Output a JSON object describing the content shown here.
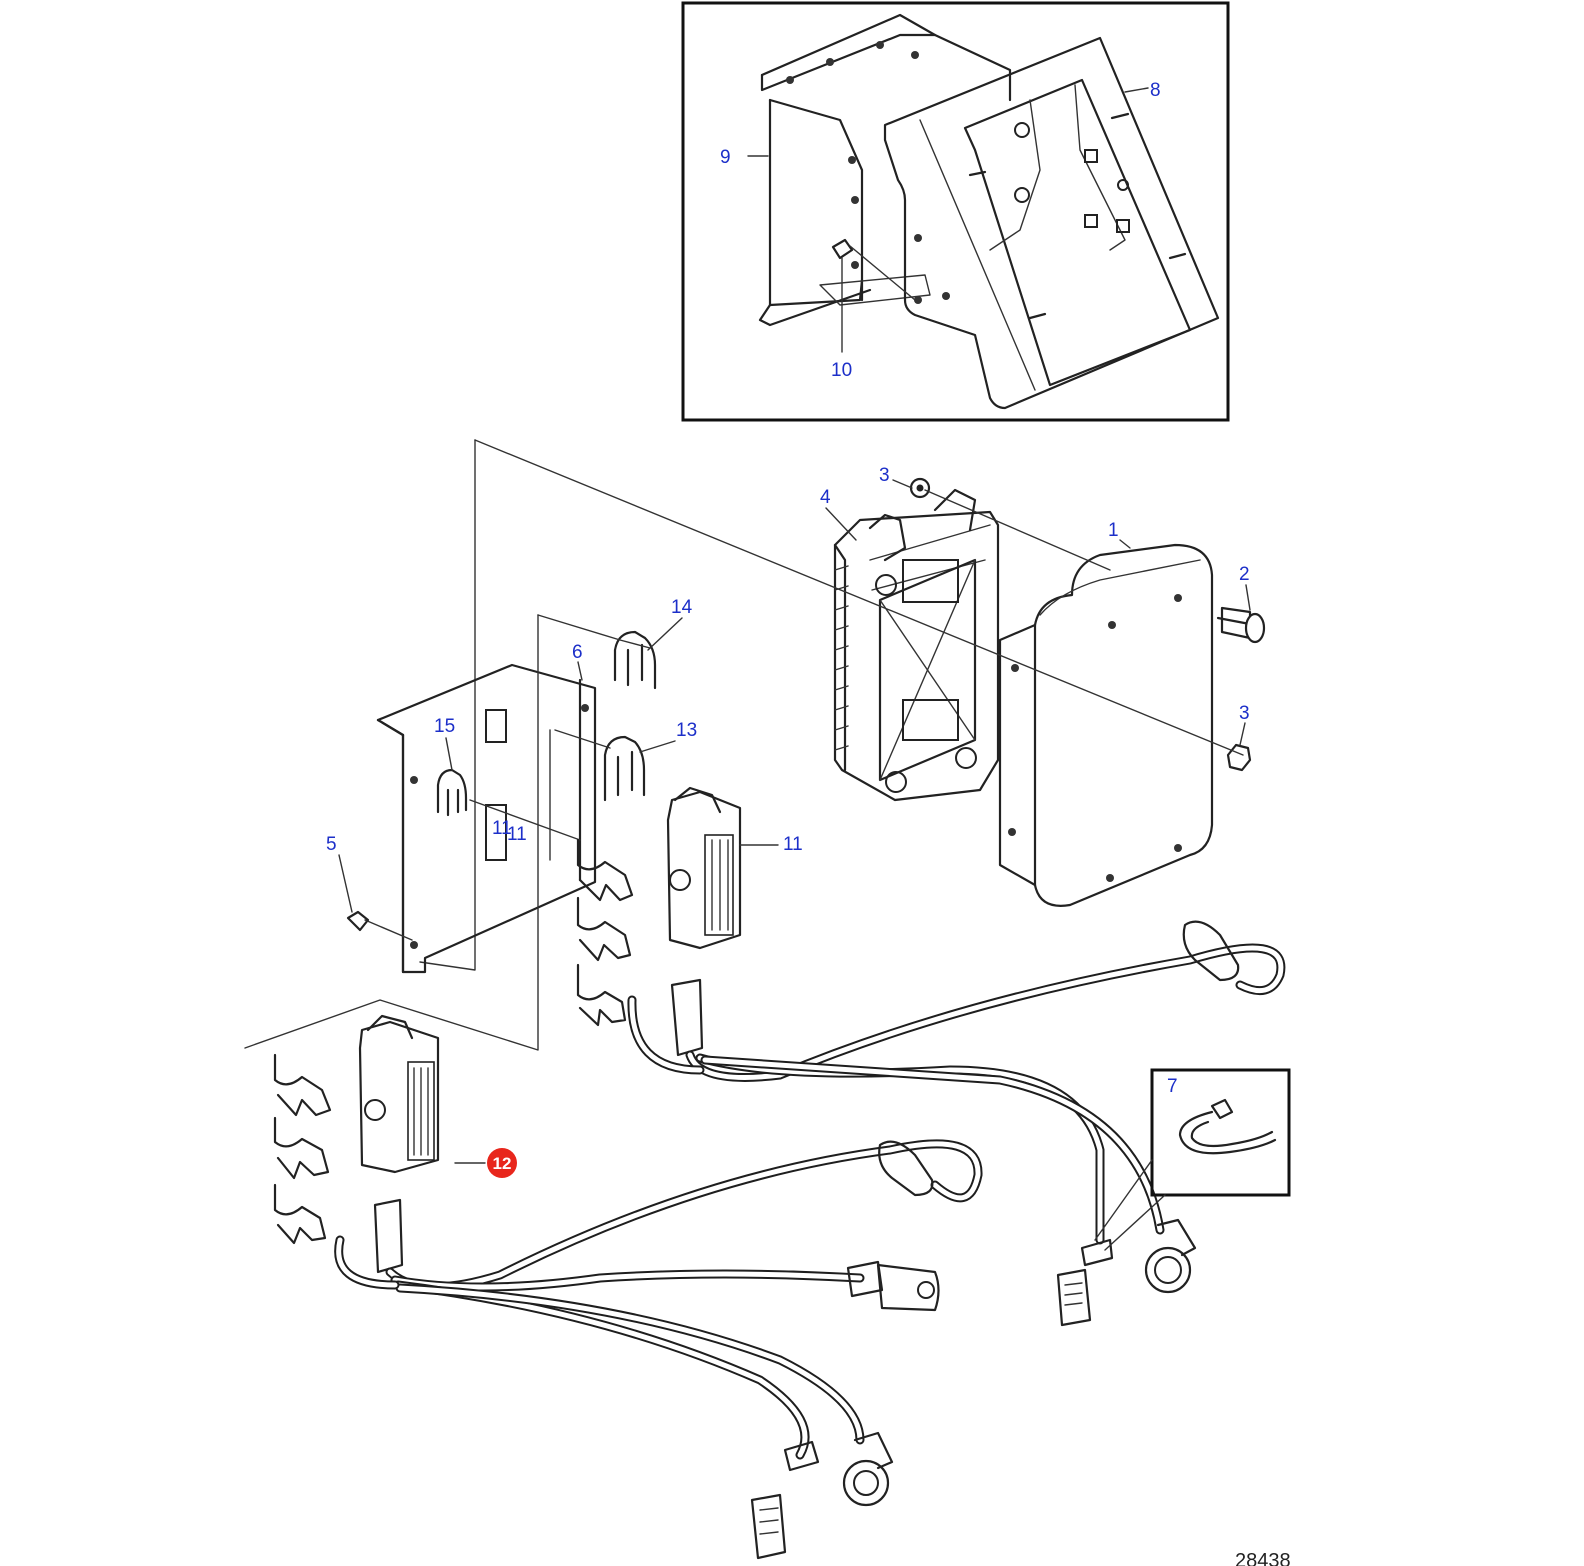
{
  "figure_number": "28438",
  "callouts": [
    {
      "key": "c1",
      "text": "1"
    },
    {
      "key": "c2",
      "text": "2"
    },
    {
      "key": "c3a",
      "text": "3"
    },
    {
      "key": "c3b",
      "text": "3"
    },
    {
      "key": "c4",
      "text": "4"
    },
    {
      "key": "c5",
      "text": "5"
    },
    {
      "key": "c6",
      "text": "6"
    },
    {
      "key": "c7",
      "text": "7"
    },
    {
      "key": "c8",
      "text": "8"
    },
    {
      "key": "c9",
      "text": "9"
    },
    {
      "key": "c10",
      "text": "10"
    },
    {
      "key": "c11a",
      "text": "11"
    },
    {
      "key": "c11b",
      "text": "11"
    },
    {
      "key": "c11c",
      "text": "11"
    },
    {
      "key": "c13",
      "text": "13"
    },
    {
      "key": "c14",
      "text": "14"
    },
    {
      "key": "c15",
      "text": "15"
    }
  ],
  "highlighted_callout": {
    "text": "12",
    "color": "#e8261c"
  },
  "colors": {
    "callout_text": "#1c2fc9",
    "line": "#222222"
  }
}
